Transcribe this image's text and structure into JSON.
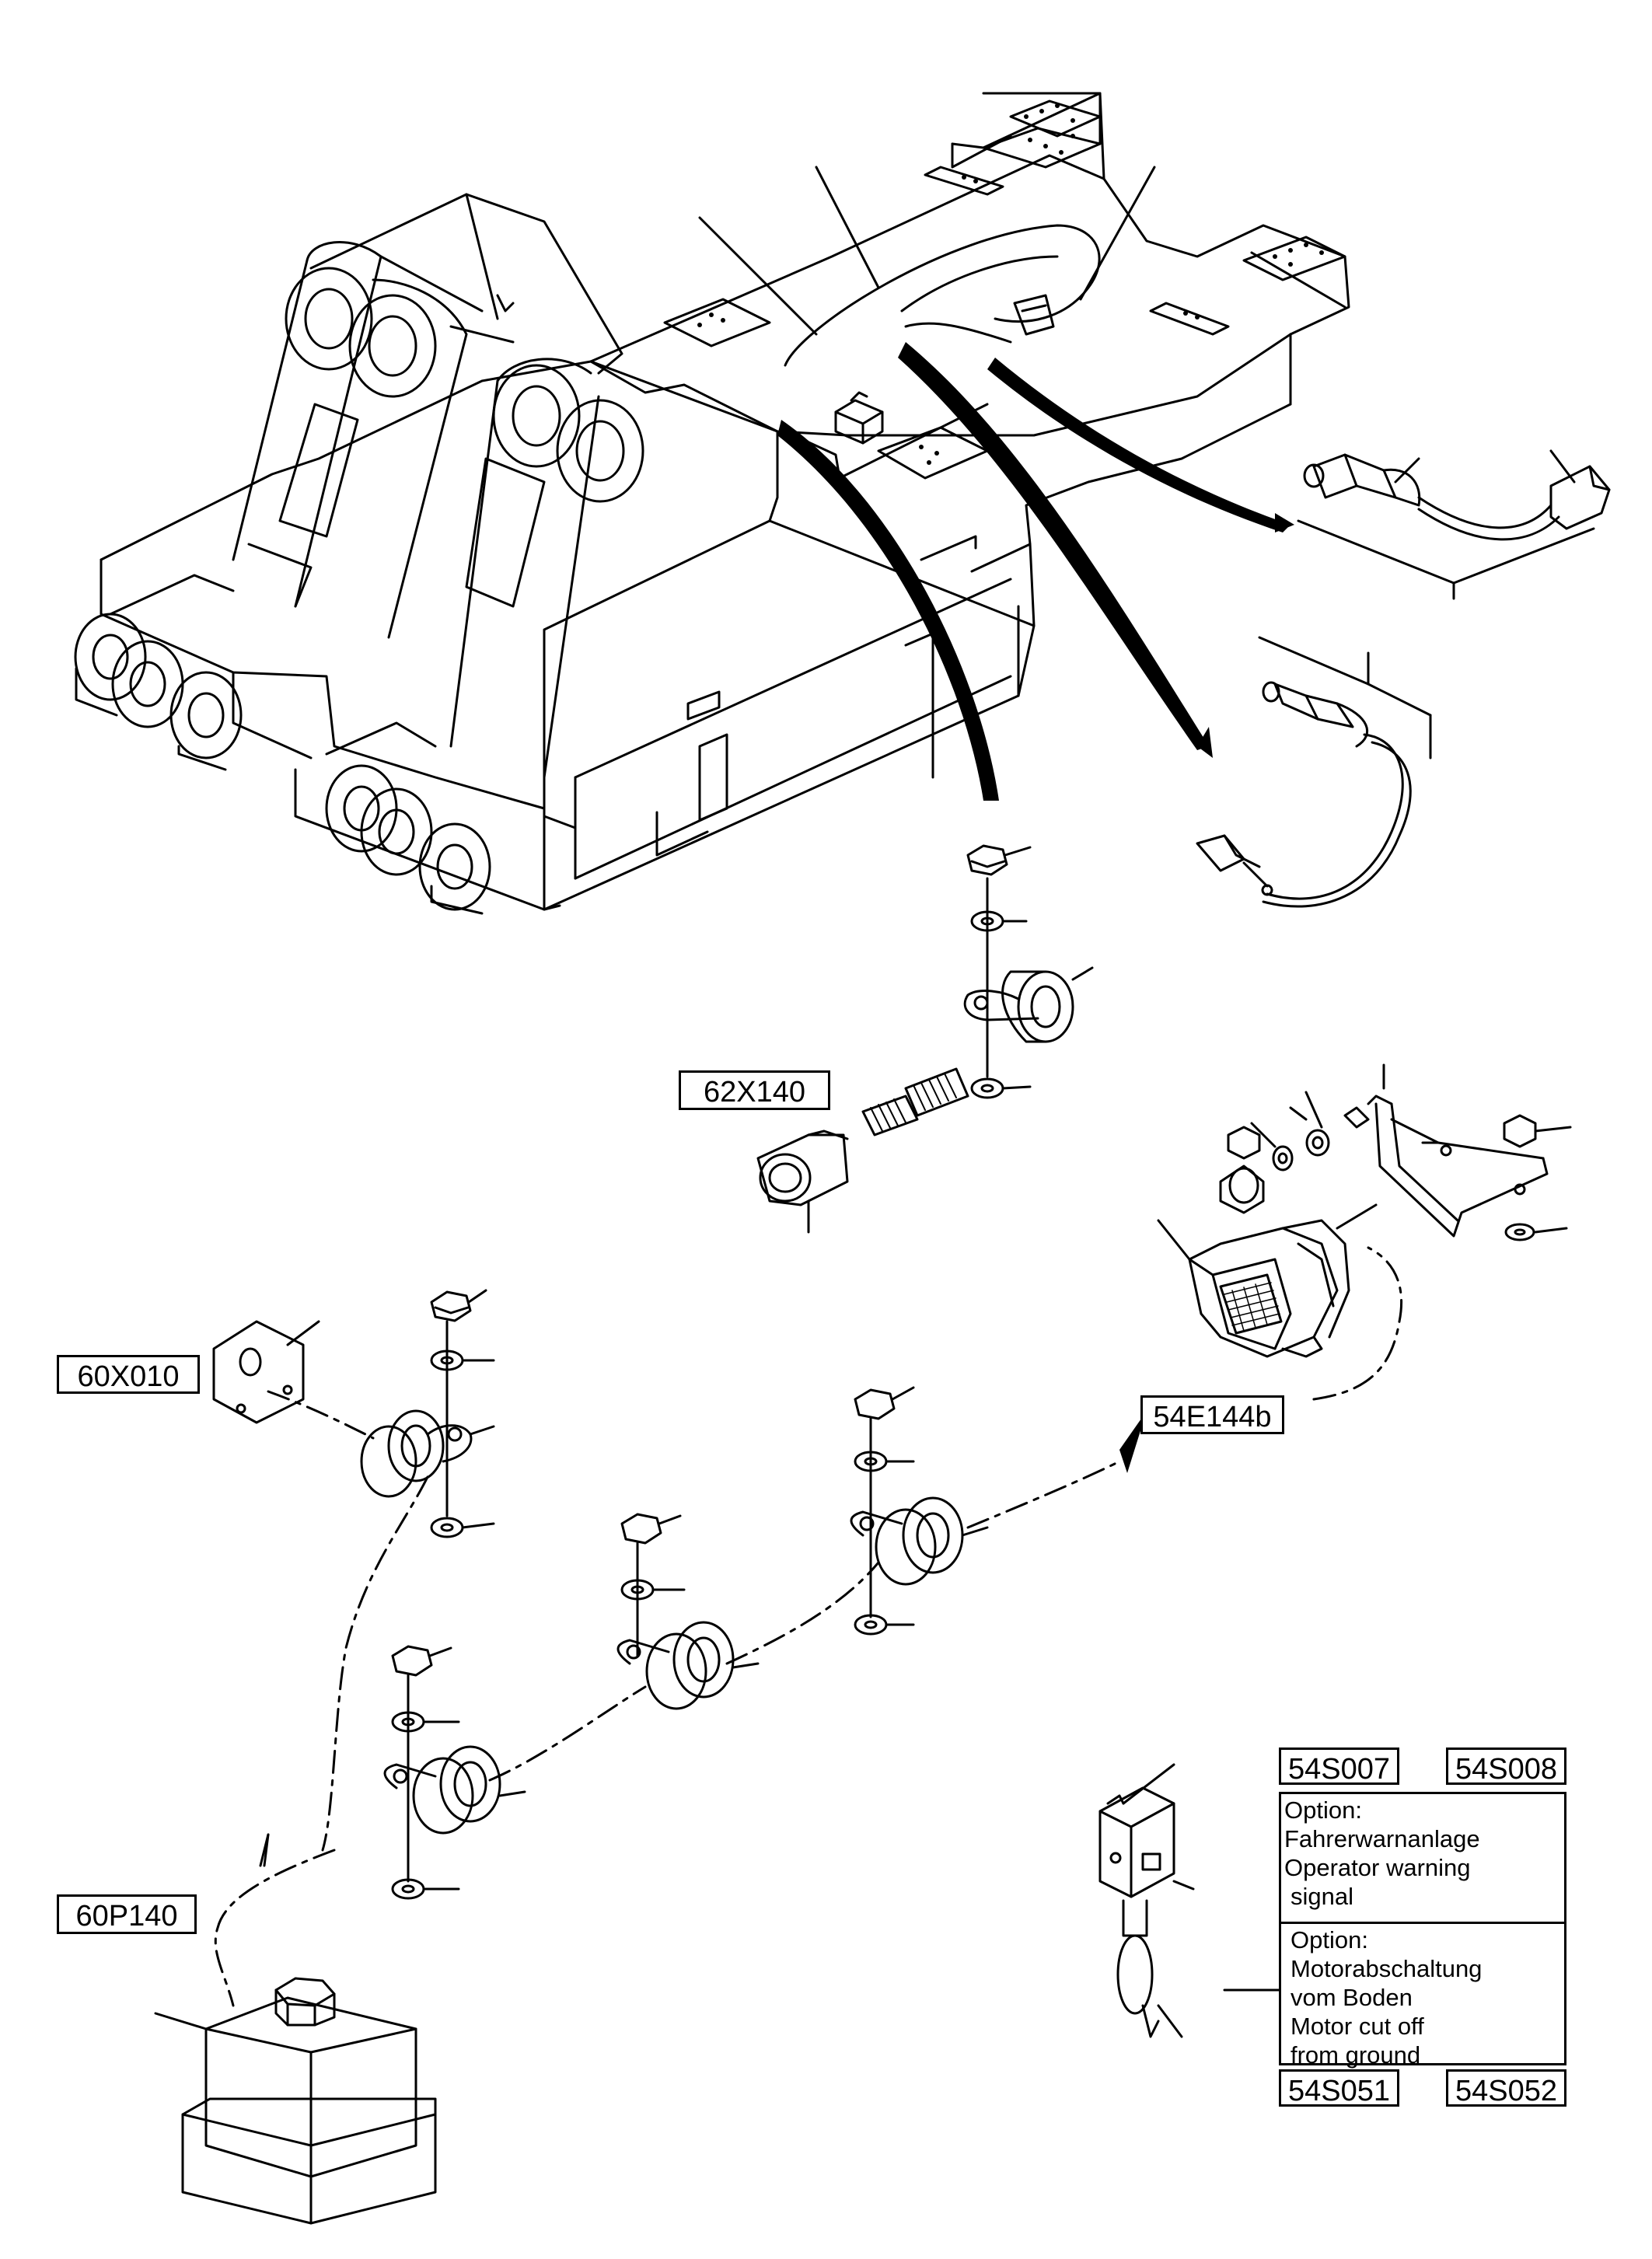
{
  "diagram": {
    "part_tags": {
      "connector": "62X140",
      "bracket": "60X010",
      "lamp": "54E144b",
      "block": "60P140",
      "switch_1": "54S007",
      "switch_2": "54S008",
      "switch_3": "54S051",
      "switch_4": "54S052"
    },
    "note_warning": {
      "line1": "Option:",
      "line2": "Fahrerwarnanlage",
      "line3": "Operator warning",
      "line4": "signal"
    },
    "note_cutoff": {
      "line1": "Option:",
      "line2": "Motorabschaltung",
      "line3": "vom Boden",
      "line4": "Motor cut off",
      "line5": "from ground"
    }
  },
  "colors": {
    "ink": "#000000",
    "paper": "#ffffff"
  }
}
